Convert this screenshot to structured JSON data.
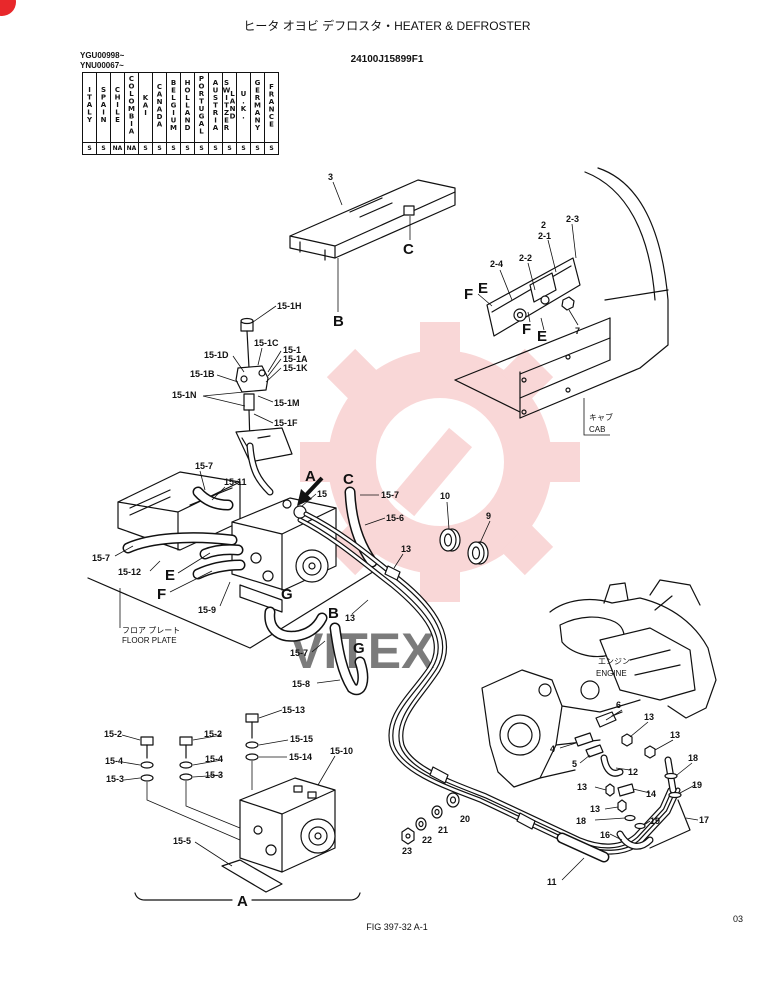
{
  "title": "ヒータ オヨビ デフロスタ・HEATER & DEFROSTER",
  "serials": [
    "YGU00998~",
    "YNU00067~"
  ],
  "part_code": "24100J15899F1",
  "countries": [
    {
      "name": "ITALY",
      "code": "S"
    },
    {
      "name": "SPAIN",
      "code": "S"
    },
    {
      "name": "CHILE",
      "code": "NA"
    },
    {
      "name": "COLOMBIA",
      "code": "NA"
    },
    {
      "name": "KAI",
      "code": "S"
    },
    {
      "name": "CANADA",
      "code": "S"
    },
    {
      "name": "BELGIUM",
      "code": "S"
    },
    {
      "name": "HOLLAND",
      "code": "S"
    },
    {
      "name": "PORTUGAL",
      "code": "S"
    },
    {
      "name": "AUSTRIA",
      "code": "S"
    },
    {
      "name": "SWITZER LAND",
      "code": "S"
    },
    {
      "name": "U.K.",
      "code": "S"
    },
    {
      "name": "GERMANY",
      "code": "S"
    },
    {
      "name": "FRANCE",
      "code": "S"
    }
  ],
  "callouts": [
    "3",
    "C",
    "B",
    "2",
    "2-1",
    "2-3",
    "2-2",
    "2-4",
    "F",
    "E",
    "F",
    "E",
    "7",
    "15-1H",
    "15-1C",
    "15-1",
    "15-1A",
    "15-1D",
    "15-1K",
    "15-1B",
    "15-1N",
    "15-1M",
    "15-1F",
    "15-7",
    "15-11",
    "A",
    "15",
    "C",
    "15-7",
    "15-6",
    "10",
    "9",
    "13",
    "15-7",
    "15-12",
    "E",
    "F",
    "15-9",
    "G",
    "B",
    "13",
    "15-7",
    "G",
    "15-8",
    "6",
    "13",
    "13",
    "4",
    "5",
    "12",
    "18",
    "19",
    "13",
    "14",
    "13",
    "18",
    "19",
    "17",
    "16",
    "11",
    "20",
    "21",
    "22",
    "23",
    "15-13",
    "15-2",
    "15-2",
    "15-15",
    "15-10",
    "15-4",
    "15-4",
    "15-14",
    "15-3",
    "15-3",
    "15-5",
    "A"
  ],
  "area_labels": {
    "cab_jp": "キャブ",
    "cab": "CAB",
    "floor_jp": "フロア プレート",
    "floor": "FLOOR PLATE",
    "engine_jp": "エンジン",
    "engine": "ENGINE"
  },
  "footer": {
    "figure": "FIG 397-32 A-1",
    "page": "03"
  },
  "watermark": "VITEX",
  "colors": {
    "line": "#111111",
    "watermark": "#e23b3b",
    "badge": "#e8282b"
  }
}
